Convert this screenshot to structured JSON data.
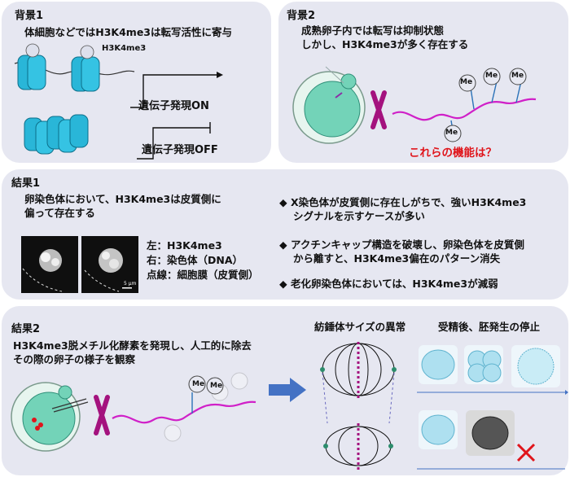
{
  "background1": {
    "title": "背景1",
    "line": "体細胞などではH3K4me3は転写活性に寄与",
    "mark_label": "H3K4me3",
    "expression_on": "遺伝子発現ON",
    "expression_off": "遺伝子発現OFF"
  },
  "background2": {
    "title": "背景2",
    "line1": "成熟卵子内では転写は抑制状態",
    "line2": "しかし、H3K4me3が多く存在する",
    "question": "これらの機能は？"
  },
  "result1": {
    "title": "結果1",
    "desc_line1": "卵染色体において、H3K4me3は皮質側に",
    "desc_line2": "偏って存在する",
    "legend_left": "左：H3K4me3",
    "legend_right": "右：染色体（DNA）",
    "legend_dotted": "点線：細胞膜（皮質側）",
    "scale_bar": "5 μm",
    "bullets": [
      {
        "line1": "X染色体が皮質側に存在しがちで、強いH3K4me3",
        "line2": "シグナルを示すケースが多い"
      },
      {
        "line1": "アクチンキャップ構造を破壊し、卵染色体を皮質側",
        "line2": "から離すと、H3K4me3偏在のパターン消失"
      },
      {
        "line1": "老化卵染色体においては、H3K4me3が減弱",
        "line2": ""
      }
    ],
    "bullet_symbol": "◆"
  },
  "result2": {
    "title": "結果2",
    "desc_line1": "H3K4me3脱メチル化酵素を発現し、人工的に除去",
    "desc_line2": "その際の卵子の様子を観察",
    "spindle_label": "紡錘体サイズの異常",
    "development_label": "受精後、胚発生の停止"
  },
  "me_label": "Me",
  "colors": {
    "panel_bg": "#e6e7f1",
    "nucleosome": "#29b6d8",
    "chromatin_line": "#d020c8",
    "highlight_red": "#e0151b",
    "arrow_blue": "#4472c4"
  }
}
